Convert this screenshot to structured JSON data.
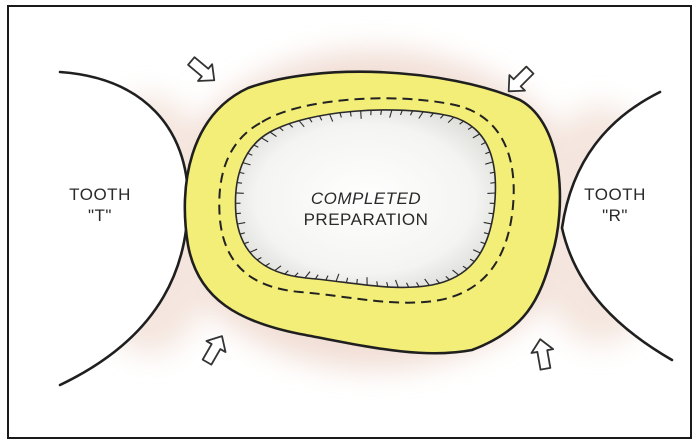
{
  "labels": {
    "tooth_left_line1": "TOOTH",
    "tooth_left_line2": "\"T\"",
    "center_line1": "COMPLETED",
    "center_line2": "PREPARATION",
    "tooth_right_line1": "TOOTH",
    "tooth_right_line2": "\"R\""
  },
  "colors": {
    "border": "#1a1a1a",
    "outline": "#1f1f1f",
    "yellow_fill": "#f3ee78",
    "cavity_fill": "#f7f7f5",
    "halo": "#eed6cc",
    "arrow_fill": "#ffffff"
  },
  "arrows": [
    {
      "name": "arrow-top-left",
      "direction": "down-right"
    },
    {
      "name": "arrow-top-right",
      "direction": "down-left"
    },
    {
      "name": "arrow-bottom-left",
      "direction": "up"
    },
    {
      "name": "arrow-bottom-right",
      "direction": "up"
    }
  ]
}
